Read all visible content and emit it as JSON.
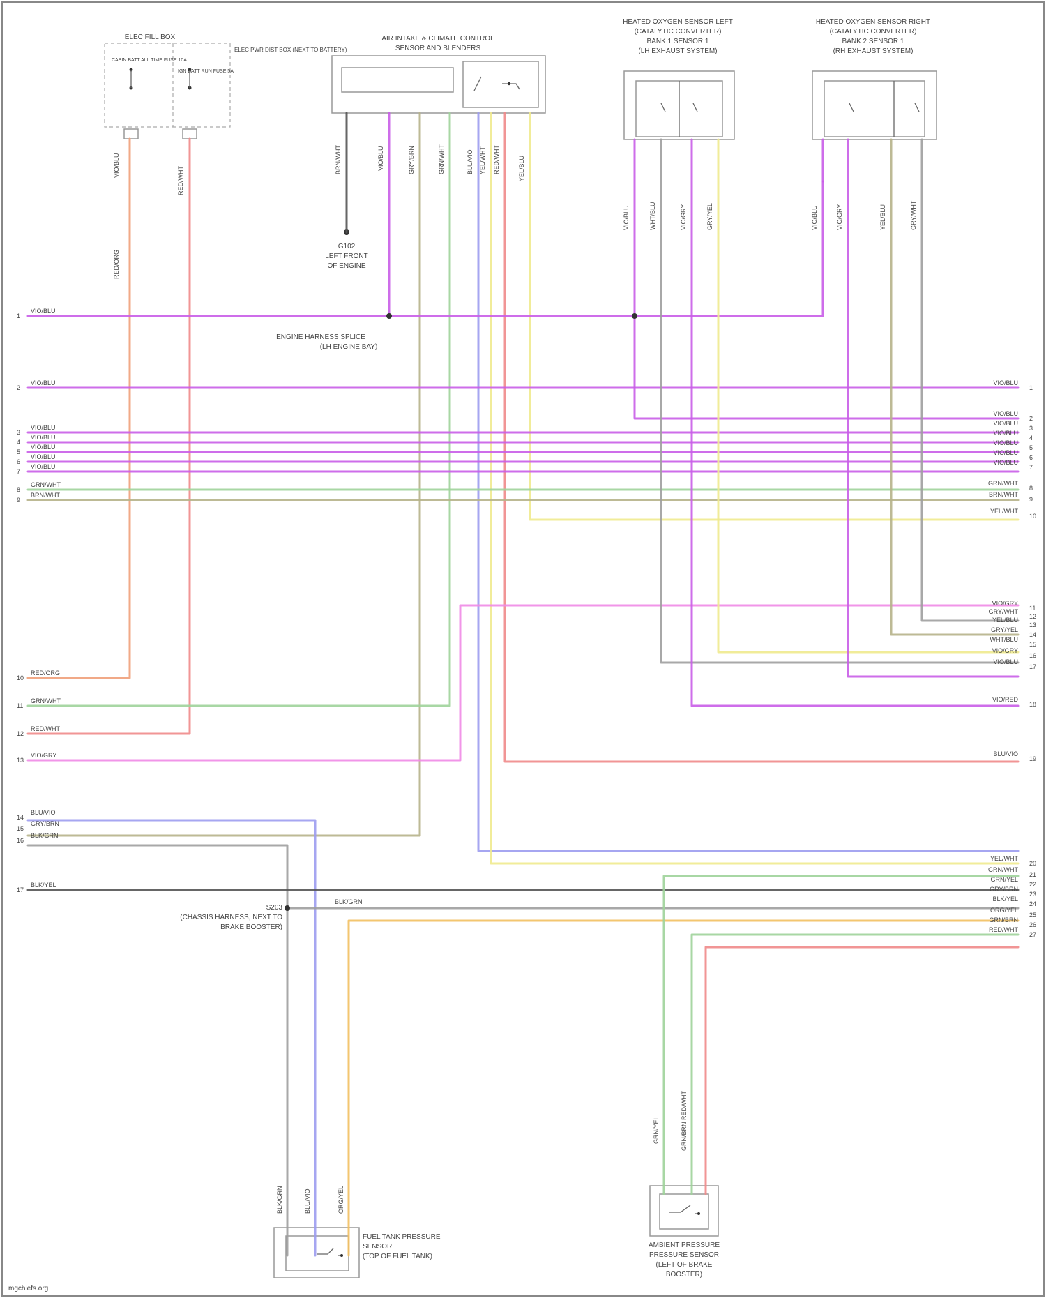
{
  "colors": {
    "violet": "#c95de8",
    "red": "#f08a8a",
    "orange": "#f0a07a",
    "green": "#9ed39a",
    "olive": "#b6b28a",
    "yellow": "#f0ea8e",
    "blue": "#9c9cf0",
    "gray": "#9e9e9e",
    "pink": "#f08ae6",
    "amber": "#f2c060",
    "black": "#555555"
  },
  "components": {
    "fuse_block": {
      "title": "ELEC FILL BOX",
      "inner_left": "CABIN BATT ALL TIME FUSE 10A",
      "inner_right": "IGN BATT RUN FUSE 5A",
      "note": "ELEC PWR DIST BOX (NEXT TO BATTERY)"
    },
    "climate_control": {
      "title": "AIR INTAKE & CLIMATE CONTROL",
      "subtitle": "SENSOR AND BLENDERS"
    },
    "o2_left": {
      "title": "HEATED OXYGEN SENSOR LEFT",
      "line2": "(CATALYTIC CONVERTER)",
      "line3": "BANK 1 SENSOR 1",
      "line4": "(LH EXHAUST SYSTEM)"
    },
    "o2_right": {
      "title": "HEATED OXYGEN SENSOR RIGHT",
      "line2": "(CATALYTIC CONVERTER)",
      "line3": "BANK 2 SENSOR 1",
      "line4": "(RH EXHAUST SYSTEM)"
    },
    "ground_left": {
      "id": "G102",
      "line1": "LEFT FRONT",
      "line2": "OF ENGINE"
    },
    "splice_main": {
      "line1": "ENGINE HARNESS SPLICE",
      "line2": "(LH ENGINE BAY)"
    },
    "splice_lower": {
      "id": "S203",
      "line1": "(CHASSIS HARNESS, NEXT TO",
      "line2": "BRAKE BOOSTER)"
    },
    "fuel_sensor": {
      "line1": "FUEL TANK PRESSURE",
      "line2": "SENSOR",
      "line3": "(TOP OF FUEL TANK)"
    },
    "pressure_sensor": {
      "line1": "AMBIENT PRESSURE",
      "line2": "PRESSURE SENSOR",
      "line3": "(LEFT OF BRAKE",
      "line4": "BOOSTER)"
    }
  },
  "left_connector": [
    {
      "pin": "1",
      "label": "VIO/BLU"
    },
    {
      "pin": "2",
      "label": "VIO/BLU"
    },
    {
      "pin": "3",
      "label": "VIO/BLU"
    },
    {
      "pin": "4",
      "label": "VIO/BLU"
    },
    {
      "pin": "5",
      "label": "VIO/BLU"
    },
    {
      "pin": "6",
      "label": "VIO/BLU"
    },
    {
      "pin": "7",
      "label": "VIO/BLU"
    },
    {
      "pin": "8",
      "label": "GRN/WHT"
    },
    {
      "pin": "9",
      "label": "BRN/WHT"
    },
    {
      "pin": "10",
      "label": "RED/ORG"
    },
    {
      "pin": "11",
      "label": "GRN/WHT"
    },
    {
      "pin": "12",
      "label": "RED/WHT"
    },
    {
      "pin": "13",
      "label": "VIO/GRY"
    },
    {
      "pin": "14",
      "label": "BLU/VIO"
    },
    {
      "pin": "15",
      "label": "GRY/BRN"
    },
    {
      "pin": "16",
      "label": "BLK/GRN"
    },
    {
      "pin": "17",
      "label": "BLK/YEL"
    }
  ],
  "right_connector": [
    {
      "pin": "1",
      "label": "VIO/BLU"
    },
    {
      "pin": "2",
      "label": "VIO/BLU"
    },
    {
      "pin": "3",
      "label": "VIO/BLU"
    },
    {
      "pin": "4",
      "label": "VIO/BLU"
    },
    {
      "pin": "5",
      "label": "VIO/BLU"
    },
    {
      "pin": "6",
      "label": "VIO/BLU"
    },
    {
      "pin": "7",
      "label": "VIO/BLU"
    },
    {
      "pin": "8",
      "label": "GRN/WHT"
    },
    {
      "pin": "9",
      "label": "BRN/WHT"
    },
    {
      "pin": "10",
      "label": "YEL/WHT"
    },
    {
      "pin": "11",
      "label": "VIO/GRY"
    },
    {
      "pin": "12",
      "label": "GRY/WHT"
    },
    {
      "pin": "13",
      "label": "YEL/BLU"
    },
    {
      "pin": "14",
      "label": "GRY/YEL"
    },
    {
      "pin": "15",
      "label": "WHT/BLU"
    },
    {
      "pin": "16",
      "label": "VIO/GRY"
    },
    {
      "pin": "17",
      "label": "VIO/BLU"
    },
    {
      "pin": "18",
      "label": "VIO/RED"
    },
    {
      "pin": "19",
      "label": "BLU/VIO"
    },
    {
      "pin": "20",
      "label": "YEL/WHT"
    },
    {
      "pin": "21",
      "label": "GRN/WHT"
    },
    {
      "pin": "22",
      "label": "GRN/YEL"
    },
    {
      "pin": "23",
      "label": "GRY/BRN"
    },
    {
      "pin": "24",
      "label": "BLK/YEL"
    },
    {
      "pin": "25",
      "label": "ORG/YEL"
    },
    {
      "pin": "26",
      "label": "GRN/BRN"
    },
    {
      "pin": "27",
      "label": "RED/WHT"
    }
  ],
  "wire_labels": {
    "fuse_a1": "VIO/BLU",
    "fuse_a2": "RED/ORG",
    "fuse_b": "RED/WHT",
    "cc_gnd": "BRN/WHT",
    "cc_vio": "VIO/BLU",
    "cc_olive": "GRY/BRN",
    "cc_green": "GRN/WHT",
    "cc_blue": "BLU/VIO",
    "cc_yel": "YEL/WHT",
    "cc_red": "RED/WHT",
    "cc_yel2": "YEL/BLU",
    "o2l_a": "VIO/BLU",
    "o2l_b": "WHT/BLU",
    "o2l_c": "VIO/GRY",
    "o2l_d": "GRY/YEL",
    "o2r_a": "VIO/BLU",
    "o2r_b": "VIO/GRY",
    "o2r_c": "YEL/BLU",
    "o2r_d": "GRY/WHT",
    "splice_h": "BLK/GRN",
    "fuel_1": "BLK/GRN",
    "fuel_2": "BLU/VIO",
    "fuel_3": "ORG/YEL",
    "ps_1": "GRN/YEL",
    "ps_2": "GRN/BRN RED/WHT"
  },
  "footer": "mgchiefs.org"
}
